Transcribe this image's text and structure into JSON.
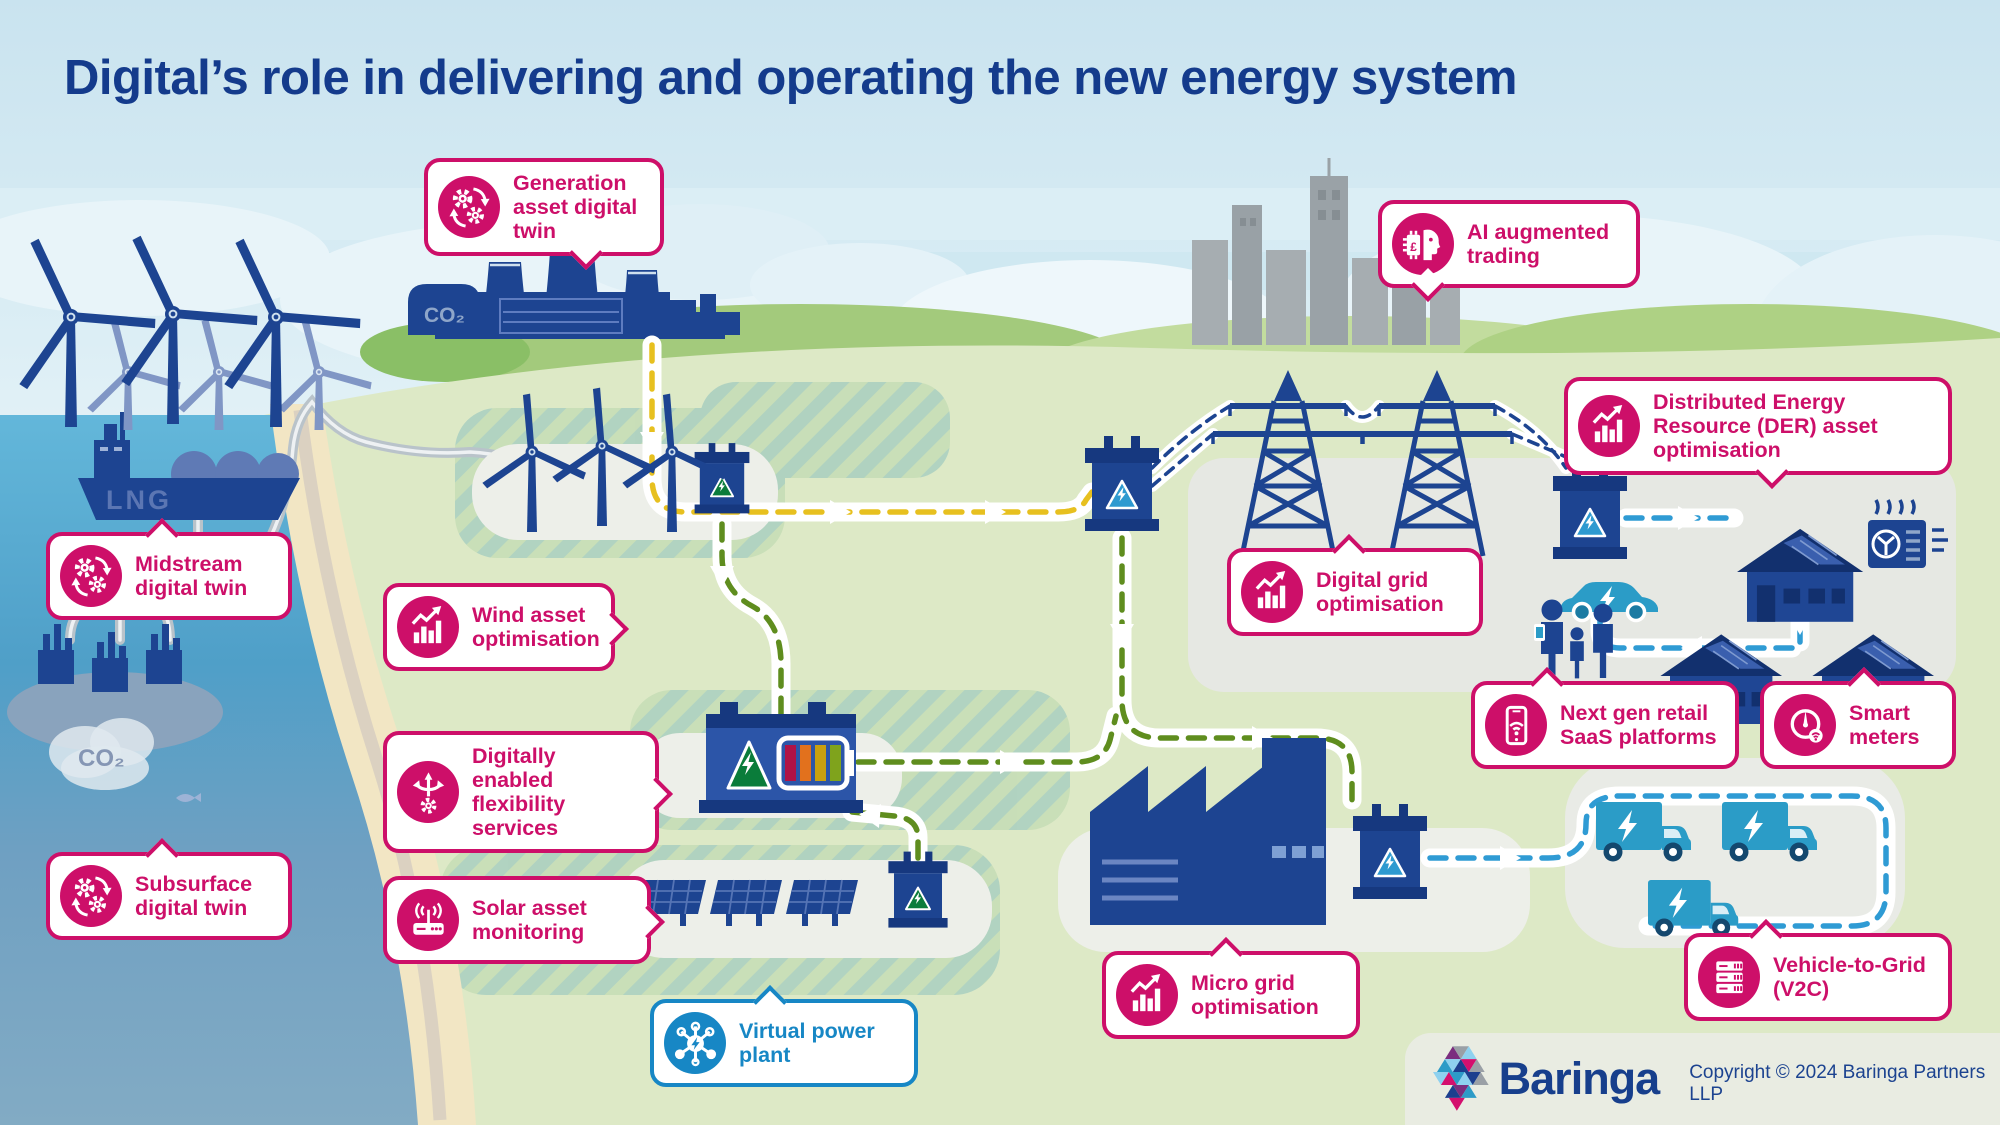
{
  "title": "Digital’s role in delivering and operating the new energy system",
  "colors": {
    "accent_pink": "#cd0f69",
    "accent_blue": "#1787c5",
    "navy": "#1d4491",
    "title_blue": "#143b8c"
  },
  "callouts": [
    {
      "label": "Generation asset digital twin",
      "icon": "digital-twin-icon",
      "color": "pink"
    },
    {
      "label": "AI augmented trading",
      "icon": "ai-trading-icon",
      "color": "pink"
    },
    {
      "label": "Midstream digital twin",
      "icon": "digital-twin-icon",
      "color": "pink"
    },
    {
      "label": "Distributed Energy Resource (DER) asset optimisation",
      "icon": "optimisation-chart-icon",
      "color": "pink"
    },
    {
      "label": "Wind asset optimisation",
      "icon": "optimisation-chart-icon",
      "color": "pink"
    },
    {
      "label": "Digital grid optimisation",
      "icon": "optimisation-chart-icon",
      "color": "pink"
    },
    {
      "label": "Subsurface digital twin",
      "icon": "digital-twin-icon",
      "color": "pink"
    },
    {
      "label": "Digitally enabled flexibility services",
      "icon": "flexibility-icon",
      "color": "pink"
    },
    {
      "label": "Next gen retail SaaS platforms",
      "icon": "smartphone-icon",
      "color": "pink"
    },
    {
      "label": "Smart meters",
      "icon": "smart-meter-icon",
      "color": "pink"
    },
    {
      "label": "Solar asset monitoring",
      "icon": "monitoring-router-icon",
      "color": "pink"
    },
    {
      "label": "Micro grid optimisation",
      "icon": "optimisation-chart-icon",
      "color": "pink"
    },
    {
      "label": "Virtual power plant",
      "icon": "network-icon",
      "color": "blue"
    },
    {
      "label": "Vehicle-to-Grid (V2C)",
      "icon": "server-stack-icon",
      "color": "pink"
    }
  ],
  "scene": {
    "lng_label": "LNG",
    "co2_capture_label": "CO₂",
    "co2_subsurface_label": "CO₂"
  },
  "footer": {
    "brand": "Baringa",
    "copyright": "Copyright © 2024 Baringa Partners LLP"
  }
}
